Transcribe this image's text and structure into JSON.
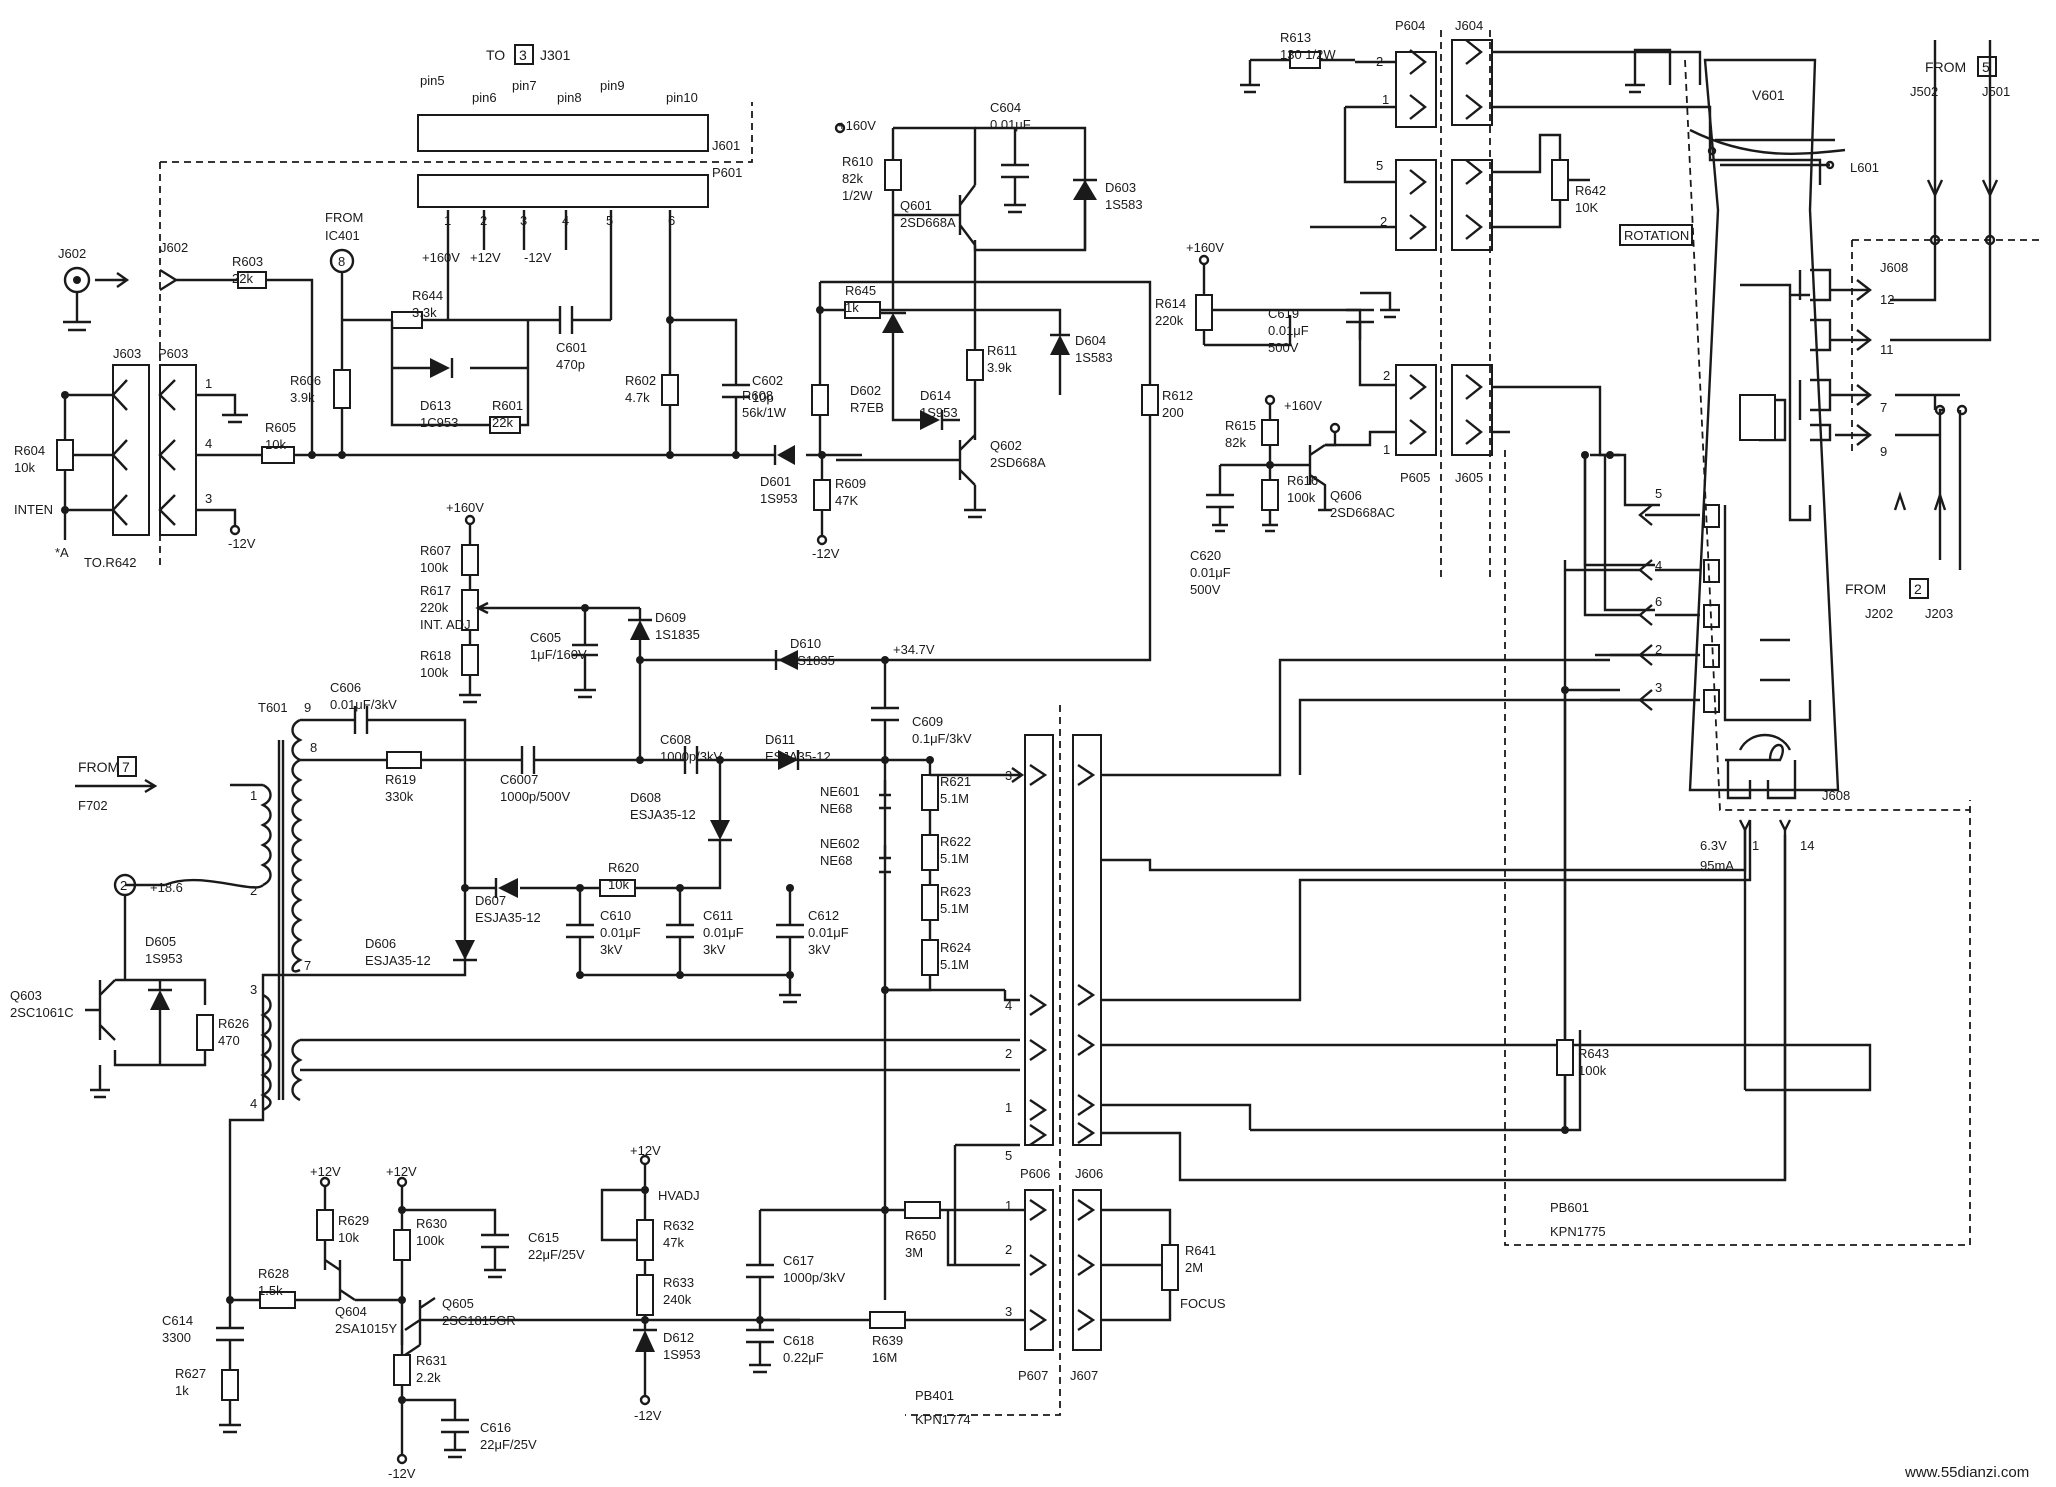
{
  "watermark": "www.55dianzi.com",
  "connectors": {
    "to_j301": {
      "prefix": "TO",
      "num": "3",
      "ref": "J301"
    },
    "j601_pins": [
      "pin5",
      "pin6",
      "pin7",
      "pin8",
      "pin9",
      "pin10"
    ],
    "j601": "J601",
    "p601": "P601",
    "p601_pins": [
      "1",
      "2",
      "3",
      "4",
      "5",
      "6"
    ],
    "p601_rails": [
      "+160V",
      "+12V",
      "-12V"
    ],
    "j602_ext": "J602",
    "j602": "J602",
    "from_ic401": [
      "FROM",
      "IC401"
    ],
    "from_ic401_num": "8",
    "j603": "J603",
    "p603": "P603",
    "p603_pins": [
      "1",
      "4",
      "3"
    ],
    "inten": "INTEN",
    "star_a": "*A",
    "to_r642": "TO.R642",
    "p604": "P604",
    "j604": "J604",
    "p604_pins": [
      "2",
      "1",
      "5",
      "2"
    ],
    "p605": "P605",
    "j605": "J605",
    "p605_pins": [
      "2",
      "1"
    ],
    "p606": "P606",
    "j606": "J606",
    "p606_pins": [
      "3",
      "4",
      "2",
      "1",
      "5"
    ],
    "p607": "P607",
    "j607": "J607",
    "p607_pins": [
      "1",
      "2",
      "3"
    ],
    "j608": "J608",
    "j608_pins": [
      "12",
      "11",
      "7",
      "9"
    ],
    "j608_bottom": "J608",
    "socket_pins": [
      "5",
      "4",
      "6",
      "2",
      "3"
    ],
    "from5": {
      "prefix": "FROM",
      "num": "5"
    },
    "j502": "J502",
    "j501": "J501",
    "from2": {
      "prefix": "FROM",
      "num": "2"
    },
    "j202": "J202",
    "j203": "J203",
    "from7": {
      "prefix": "FROM",
      "num": "7"
    },
    "f702": "F702",
    "heater_v": "6.3V",
    "heater_i": "95mA",
    "heater_pins": [
      "1",
      "14"
    ],
    "pb601": "PB601",
    "kpn1775": "KPN1775",
    "pb401": "PB401",
    "kpn1774": "KPN1774",
    "v601": "V601",
    "l601": "L601",
    "rotation": "ROTATION"
  },
  "rails": {
    "p160_q601": "+160V",
    "m12_r609": "-12V",
    "m12_p603": "-12V",
    "p160_r607": "+160V",
    "p347": "+34.7V",
    "p160_r614": "+160V",
    "p160_r615": "+160V",
    "p12_hv": "+12V",
    "p12_r629": "+12V",
    "p12_r630": "+12V",
    "m12_d612": "-12V",
    "m12_bottom": "-12V",
    "p186": "+18.6",
    "p186_num": "2"
  },
  "transformer": {
    "ref": "T601",
    "pins": [
      "9",
      "8",
      "7",
      "1",
      "2",
      "3",
      "4"
    ]
  },
  "components": {
    "r603": [
      "R603",
      "22k"
    ],
    "r644": [
      "R644",
      "3.3k"
    ],
    "r606": [
      "R606",
      "3.9k"
    ],
    "c601": [
      "C601",
      "470p"
    ],
    "d613": [
      "D613",
      "1C953"
    ],
    "r601": [
      "R601",
      "22k"
    ],
    "r605": [
      "R605",
      "10k"
    ],
    "r604": [
      "R604",
      "10k"
    ],
    "r602": [
      "R602",
      "4.7k"
    ],
    "c602": [
      "C602",
      "10p"
    ],
    "r608": [
      "R608",
      "56k/1W"
    ],
    "d601": [
      "D601",
      "1S953"
    ],
    "r609": [
      "R609",
      "47K"
    ],
    "r610": [
      "R610",
      "82k",
      "1/2W"
    ],
    "q601": [
      "Q601",
      "2SD668A"
    ],
    "c604": [
      "C604",
      "0.01μF"
    ],
    "d603": [
      "D603",
      "1S583"
    ],
    "r645": [
      "R645",
      "1k"
    ],
    "d602": [
      "D602",
      "R7EB"
    ],
    "d614": [
      "D614",
      "1S953"
    ],
    "r611": [
      "R611",
      "3.9k"
    ],
    "d604": [
      "D604",
      "1S583"
    ],
    "q602": [
      "Q602",
      "2SD668A"
    ],
    "r612": [
      "R612",
      "200"
    ],
    "r614": [
      "R614",
      "220k"
    ],
    "c619": [
      "C619",
      "0.01μF",
      "500V"
    ],
    "r615": [
      "R615",
      "82k"
    ],
    "r616": [
      "R616",
      "100k"
    ],
    "q606": [
      "Q606",
      "2SD668AC"
    ],
    "c620": [
      "C620",
      "0.01μF",
      "500V"
    ],
    "r613": [
      "R613",
      "130 1/2W"
    ],
    "r642": [
      "R642",
      "10K"
    ],
    "r607": [
      "R607",
      "100k"
    ],
    "r617": [
      "R617",
      "220k",
      "INT. ADJ"
    ],
    "r618": [
      "R618",
      "100k"
    ],
    "c605": [
      "C605",
      "1μF/160V"
    ],
    "d609": [
      "D609",
      "1S1835"
    ],
    "d610": [
      "D610",
      "1S1835"
    ],
    "c606": [
      "C606",
      "0.01μF/3kV"
    ],
    "r619": [
      "R619",
      "330k"
    ],
    "c6007": [
      "C6007",
      "1000p/500V"
    ],
    "c608": [
      "C608",
      "1000p/3kV"
    ],
    "d611": [
      "D611",
      "ESJA35-12"
    ],
    "c609": [
      "C609",
      "0.1μF/3kV"
    ],
    "d608": [
      "D608",
      "ESJA35-12"
    ],
    "ne601": [
      "NE601",
      "NE68"
    ],
    "ne602": [
      "NE602",
      "NE68"
    ],
    "r621": [
      "R621",
      "5.1M"
    ],
    "r622": [
      "R622",
      "5.1M"
    ],
    "r623": [
      "R623",
      "5.1M"
    ],
    "r624": [
      "R624",
      "5.1M"
    ],
    "r620": [
      "R620",
      "10k"
    ],
    "d606": [
      "D606",
      "ESJA35-12"
    ],
    "d607": [
      "D607",
      "ESJA35-12"
    ],
    "c610": [
      "C610",
      "0.01μF",
      "3kV"
    ],
    "c611": [
      "C611",
      "0.01μF",
      "3kV"
    ],
    "c612": [
      "C612",
      "0.01μF",
      "3kV"
    ],
    "q603": [
      "Q603",
      "2SC1061C"
    ],
    "d605": [
      "D605",
      "1S953"
    ],
    "r626": [
      "R626",
      "470"
    ],
    "r643": [
      "R643",
      "100k"
    ],
    "r629": [
      "R629",
      "10k"
    ],
    "r630": [
      "R630",
      "100k"
    ],
    "c615": [
      "C615",
      "22μF/25V"
    ],
    "r628": [
      "R628",
      "1.5k"
    ],
    "q604": [
      "Q604",
      "2SA1015Y"
    ],
    "q605": [
      "Q605",
      "2SC1815GR"
    ],
    "c614": [
      "C614",
      "3300"
    ],
    "r627": [
      "R627",
      "1k"
    ],
    "r631": [
      "R631",
      "2.2k"
    ],
    "c616": [
      "C616",
      "22μF/25V"
    ],
    "hvadj": "HVADJ",
    "r632": [
      "R632",
      "47k"
    ],
    "r633": [
      "R633",
      "240k"
    ],
    "d612": [
      "D612",
      "1S953"
    ],
    "c617": [
      "C617",
      "1000p/3kV"
    ],
    "c618": [
      "C618",
      "0.22μF"
    ],
    "r650": [
      "R650",
      "3M"
    ],
    "r639": [
      "R639",
      "16M"
    ],
    "r641": [
      "R641",
      "2M"
    ],
    "focus": "FOCUS"
  }
}
